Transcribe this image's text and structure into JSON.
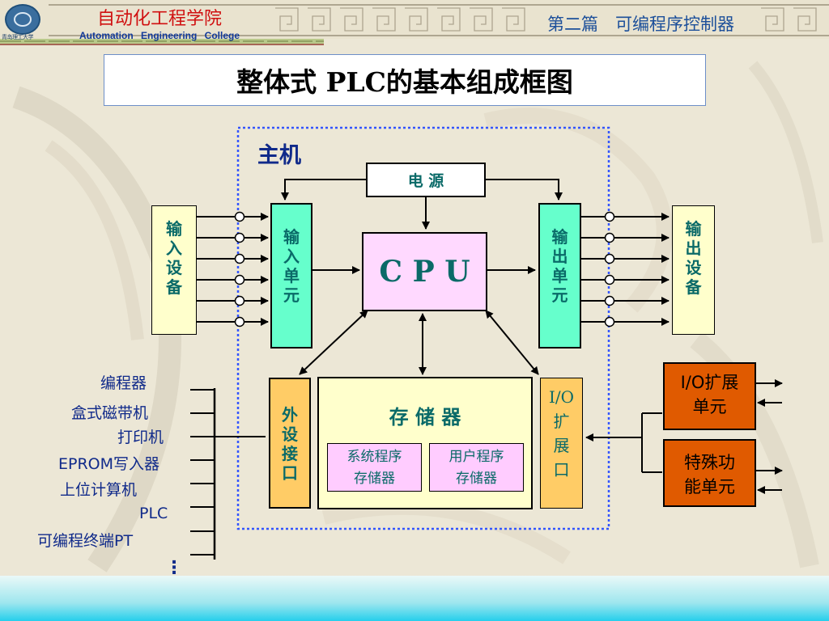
{
  "header": {
    "college_cn": "自动化工程学院",
    "college_en": "Automation   Engineering   College",
    "logo_text": "青岛理工大学",
    "course_title": "第二篇　可编程序控制器"
  },
  "page_title": "整体式 PLC的基本组成框图",
  "host_label": "主机",
  "power_label": "电 源",
  "cpu_label": "C P U",
  "input_device": "输入设备",
  "input_unit": "输入单元",
  "output_unit": "输出单元",
  "output_device": "输出设备",
  "peripheral_interface": "外设接口",
  "memory": {
    "title": "存 储 器",
    "system_line1": "系统程序",
    "system_line2": "存储器",
    "user_line1": "用户程序",
    "user_line2": "存储器"
  },
  "io_port": {
    "line1": "I/O",
    "line2": "扩",
    "line3": "展",
    "line4": "口"
  },
  "io_expansion": {
    "line1": "I/O扩展",
    "line2": "单元"
  },
  "special_function": {
    "line1": "特殊功",
    "line2": "能单元"
  },
  "peripherals": [
    "编程器",
    "盒式磁带机",
    "打印机",
    "EPROM写入器",
    "上位计算机",
    "PLC",
    "可编程终端PT",
    "⋮"
  ],
  "colors": {
    "input_device_fill": "#ffffcc",
    "unit_fill": "#66ffcc",
    "cpu_fill": "#ffd9ff",
    "cpu_text": "#0a6a68",
    "peripheral_fill": "#ffcc66",
    "memory_fill": "#ffffcc",
    "submemory_fill": "#ffccff",
    "expansion_fill": "#e05a00",
    "host_border": "#3355ff",
    "title_red": "#d01010",
    "label_blue": "#102a8a"
  }
}
